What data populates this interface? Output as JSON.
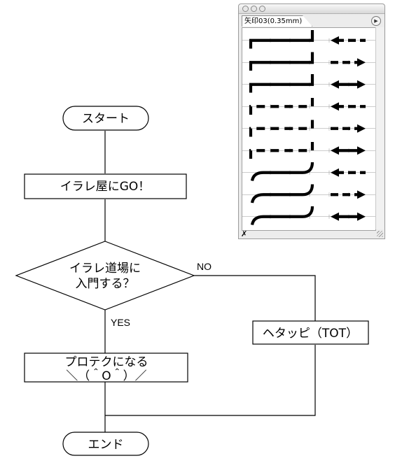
{
  "flowchart": {
    "start_label": "スタート",
    "step1_label": "イラレ屋にGO！",
    "decision_line1": "イラレ道場に",
    "decision_line2": "入門する？",
    "no_label": "NO",
    "yes_label": "YES",
    "no_step_label": "ヘタッピ（TOT）",
    "yes_step_line1": "プロテクになる",
    "yes_step_line2": "＼（＾O＾）／",
    "end_label": "エンド"
  },
  "palette": {
    "tab_label": "矢印03(0.35mm)",
    "swatches": [
      {
        "line": "solid",
        "corner": "square",
        "arrow": "left"
      },
      {
        "line": "solid",
        "corner": "square",
        "arrow": "right"
      },
      {
        "line": "solid",
        "corner": "square",
        "arrow": "both"
      },
      {
        "line": "dashed",
        "corner": "square",
        "arrow": "left"
      },
      {
        "line": "dashed",
        "corner": "square",
        "arrow": "right"
      },
      {
        "line": "dashed",
        "corner": "square",
        "arrow": "both"
      },
      {
        "line": "solid",
        "corner": "round",
        "arrow": "left"
      },
      {
        "line": "solid",
        "corner": "round",
        "arrow": "right"
      },
      {
        "line": "solid",
        "corner": "round",
        "arrow": "both"
      }
    ],
    "icons": {
      "menu": "triangle-right-icon",
      "delete": "delete-brush-icon",
      "resize": "resize-grip-icon"
    }
  }
}
